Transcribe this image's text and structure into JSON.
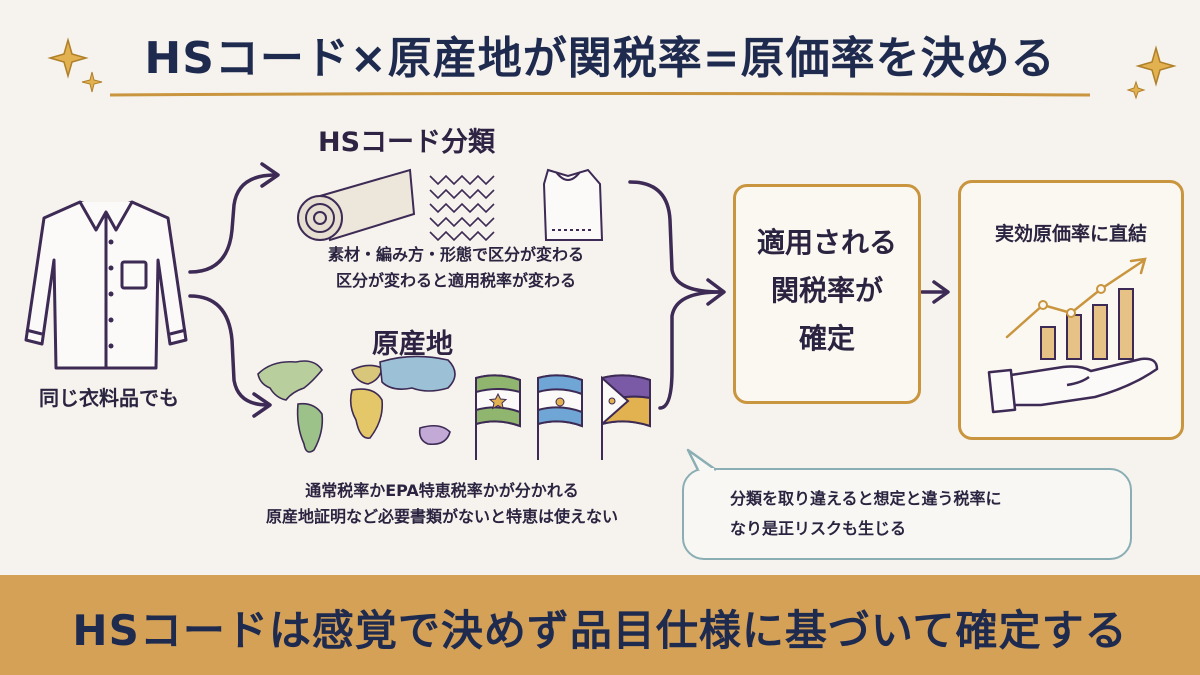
{
  "title": "HSコード×原産地が関税率=原価率を決める",
  "left_label": "同じ衣料品でも",
  "hs_section": {
    "title": "HSコード分類",
    "desc_line1": "素材・編み方・形態で区分が変わる",
    "desc_line2": "区分が変わると適用税率が変わる"
  },
  "origin_section": {
    "title": "原産地",
    "desc_line1": "通常税率かEPA特恵税率かが分かれる",
    "desc_line2": "原産地証明など必要書類がないと特恵は使えない"
  },
  "tariff_box": {
    "line1": "適用される",
    "line2": "関税率が",
    "line3": "確定"
  },
  "cost_box": {
    "title": "実効原価率に直結"
  },
  "bubble": {
    "line1": "分類を取り違えると想定と違う税率に",
    "line2": "なり是正リスクも生じる"
  },
  "banner": "HSコードは感覚で決めず品目仕様に基づいて確定する",
  "colors": {
    "accent_gold": "#c9953e",
    "banner": "#d4a157",
    "navy": "#1f2a4f",
    "purple_line": "#3d2a55",
    "bubble_border": "#8aaeb3"
  }
}
